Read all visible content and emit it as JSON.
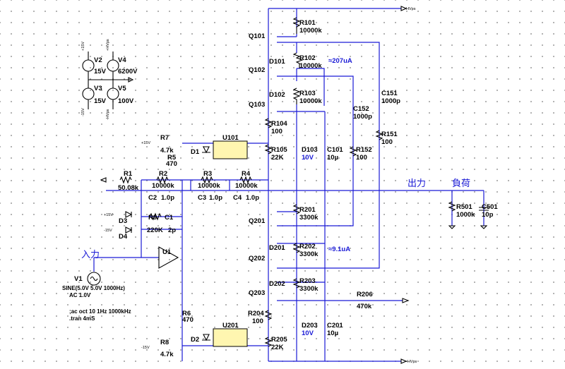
{
  "supplies": {
    "V2": {
      "name": "V2",
      "value": "15V",
      "top": "+15V"
    },
    "V3": {
      "name": "V3",
      "value": "15V",
      "bottom": "-15V"
    },
    "V4": {
      "name": "V4",
      "value": "6200V",
      "top": "+HVps"
    },
    "V5": {
      "name": "V5",
      "value": "100V",
      "bottom": "-HVps"
    }
  },
  "rails": {
    "hv_pos": "HVps",
    "hv_neg": "-HVps",
    "p15": "+15V",
    "n15": "-15V"
  },
  "components": {
    "R101": {
      "name": "R101",
      "value": "10000k"
    },
    "R102": {
      "name": "R102",
      "value": "10000k"
    },
    "R103": {
      "name": "R103",
      "value": "10000k"
    },
    "R104": {
      "name": "R104",
      "value": "100"
    },
    "R105": {
      "name": "R105",
      "value": "22K"
    },
    "R151": {
      "name": "R151",
      "value": "100"
    },
    "R152": {
      "name": "R152",
      "value": "100"
    },
    "C151": {
      "name": "C151",
      "value": "1000p"
    },
    "C152": {
      "name": "C152",
      "value": "1000p"
    },
    "C101": {
      "name": "C101",
      "value": "10µ"
    },
    "D103": {
      "name": "D103",
      "value": "10V"
    },
    "D101": {
      "name": "D101"
    },
    "D102": {
      "name": "D102"
    },
    "Q101": {
      "name": "Q101"
    },
    "Q102": {
      "name": "Q102"
    },
    "Q103": {
      "name": "Q103"
    },
    "U101": {
      "name": "U101"
    },
    "R201": {
      "name": "R201",
      "value": "3300k"
    },
    "R202": {
      "name": "R202",
      "value": "3300k"
    },
    "R203": {
      "name": "R203",
      "value": "3300k"
    },
    "R204": {
      "name": "R204",
      "value": "100"
    },
    "R205": {
      "name": "R205",
      "value": "22K"
    },
    "R206": {
      "name": "R206",
      "value": "470k"
    },
    "C201": {
      "name": "C201",
      "value": "10µ"
    },
    "D203": {
      "name": "D203",
      "value": "10V"
    },
    "D201": {
      "name": "D201"
    },
    "D202": {
      "name": "D202"
    },
    "Q201": {
      "name": "Q201"
    },
    "Q202": {
      "name": "Q202"
    },
    "Q203": {
      "name": "Q203"
    },
    "U201": {
      "name": "U201"
    },
    "R501": {
      "name": "R501",
      "value": "1000k"
    },
    "C501": {
      "name": "C501",
      "value": "10p"
    },
    "R1": {
      "name": "R1",
      "value": "50.08k"
    },
    "R2": {
      "name": "R2",
      "value": "10000k"
    },
    "R3": {
      "name": "R3",
      "value": "10000k"
    },
    "R4": {
      "name": "R4",
      "value": "10000k"
    },
    "R5": {
      "name": "R5",
      "value": "470"
    },
    "R6": {
      "name": "R6",
      "value": "470"
    },
    "R7": {
      "name": "R7",
      "value": "4.7k"
    },
    "R8": {
      "name": "R8",
      "value": "4.7k"
    },
    "R9": {
      "name": "R9",
      "value": "220K"
    },
    "C1": {
      "name": "C1",
      "value": "2p"
    },
    "C2": {
      "name": "C2",
      "value": "1.0p"
    },
    "C3": {
      "name": "C3",
      "value": "1.0p"
    },
    "C4": {
      "name": "C4",
      "value": "1.0p"
    },
    "D1": {
      "name": "D1"
    },
    "D2": {
      "name": "D2"
    },
    "D3": {
      "name": "D3"
    },
    "D4": {
      "name": "D4"
    },
    "U1": {
      "name": "U1"
    },
    "V1": {
      "name": "V1",
      "value": "SINE(5.0V 5.0V 1000Hz)",
      "ac": "AC 1.0V"
    }
  },
  "annotations": {
    "current_upper": "≈207uA",
    "current_lower": "≈9.1uA",
    "output_label": "出力",
    "load_label": "負荷",
    "input_label": "入力"
  },
  "spice": {
    "line1": ";ac oct 10 1Hz 1000kHz",
    "line2": ".tran 4mS"
  }
}
